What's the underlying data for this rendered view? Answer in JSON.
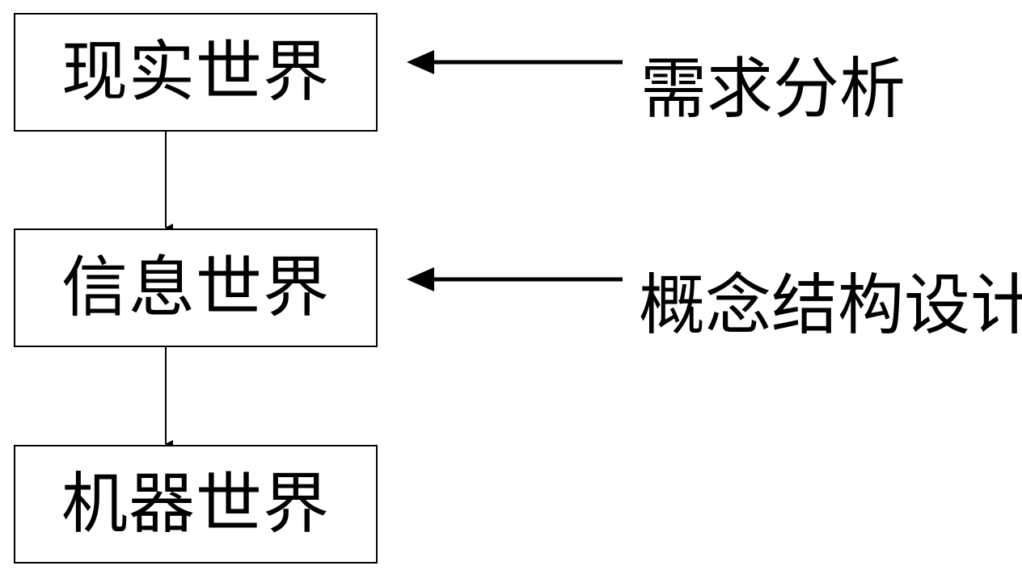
{
  "boxes": {
    "reality": "现实世界",
    "information": "信息世界",
    "machine": "机器世界"
  },
  "stages": {
    "requirements_analysis": "需求分析",
    "conceptual_design": "概念结构设计"
  }
}
